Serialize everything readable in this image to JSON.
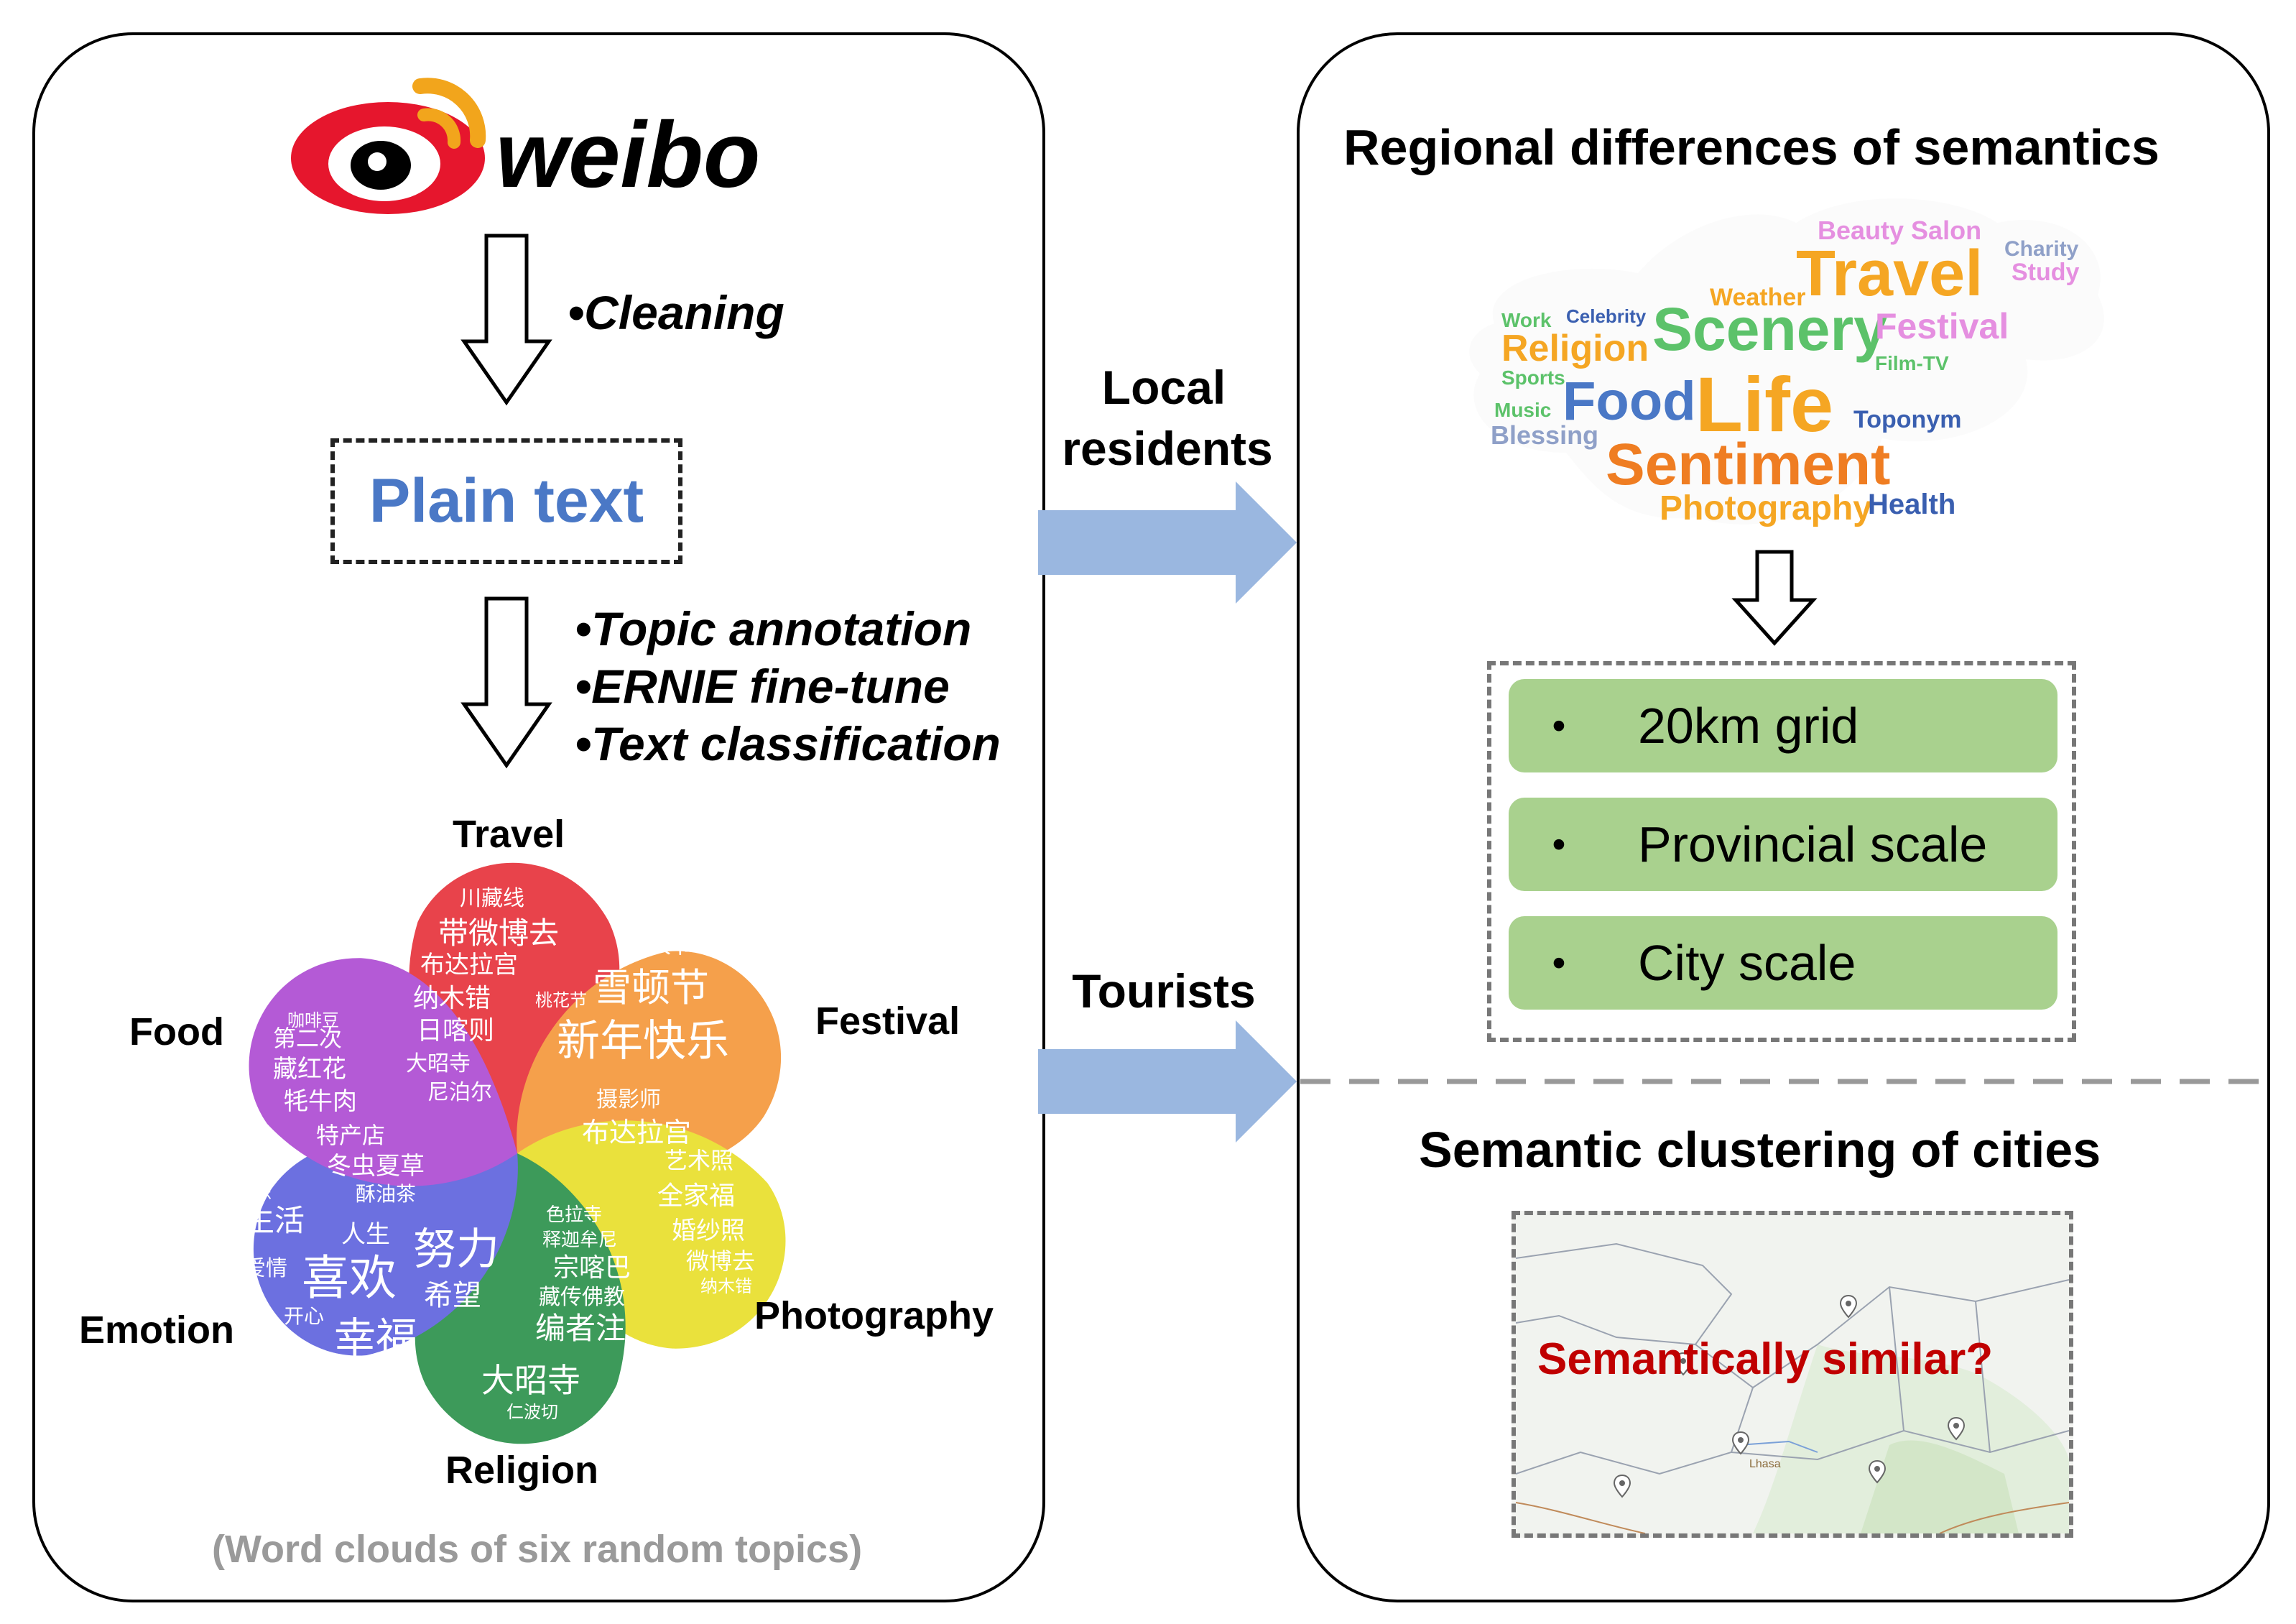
{
  "left_panel": {
    "logo_text": "weibo",
    "step1": "•Cleaning",
    "plain_text": "Plain text",
    "step2": [
      "•Topic annotation",
      "•ERNIE fine-tune",
      "•Text classification"
    ],
    "topics": {
      "travel": "Travel",
      "festival": "Festival",
      "food": "Food",
      "photography": "Photography",
      "emotion": "Emotion",
      "religion": "Religion"
    },
    "caption": "(Word clouds of six random topics)",
    "cloud_words": {
      "travel": [
        "川藏线",
        "带微博去",
        "布达拉宫",
        "纳木错",
        "日喀则",
        "大昭寺",
        "尼泊尔"
      ],
      "festival": [
        "情人节",
        "雪顿节",
        "新年快乐",
        "桃花节"
      ],
      "food": [
        "咖啡豆",
        "第二次",
        "藏红花",
        "牦牛肉",
        "特产店",
        "冬虫夏草",
        "酥油茶"
      ],
      "photography": [
        "摄影师",
        "布达拉宫",
        "艺术照",
        "全家福",
        "婚纱照",
        "微博去",
        "纳木错"
      ],
      "emotion": [
        "生活",
        "人生",
        "喜欢",
        "努力",
        "幸福",
        "希望",
        "开心",
        "爱情",
        "快乐"
      ],
      "religion": [
        "色拉寺",
        "释迦牟尼",
        "宗喀巴",
        "藏传佛教",
        "编者注",
        "大昭寺",
        "仁波切"
      ]
    }
  },
  "flow": {
    "local_residents": [
      "Local",
      "residents"
    ],
    "tourists": "Tourists"
  },
  "right_panel": {
    "title_top": "Regional differences of semantics",
    "word_cloud": [
      "Travel",
      "Scenery",
      "Life",
      "Food",
      "Sentiment",
      "Religion",
      "Festival",
      "Photography",
      "Health",
      "Weather",
      "Beauty Salon",
      "Blessing",
      "Toponym",
      "Work",
      "Study",
      "Charity",
      "Music",
      "Sports",
      "Film-TV",
      "Celebrity"
    ],
    "scales": [
      "20km grid",
      "Provincial scale",
      "City scale"
    ],
    "bullet": "•",
    "title_bottom": "Semantic clustering of cities",
    "map_question": "Semantically similar?",
    "map_city": "Lhasa"
  },
  "colors": {
    "plain_text": "#4a78c6",
    "arrow_fill": "#9ab7e0",
    "scale_box": "#a9d18e",
    "question": "#c00000"
  }
}
